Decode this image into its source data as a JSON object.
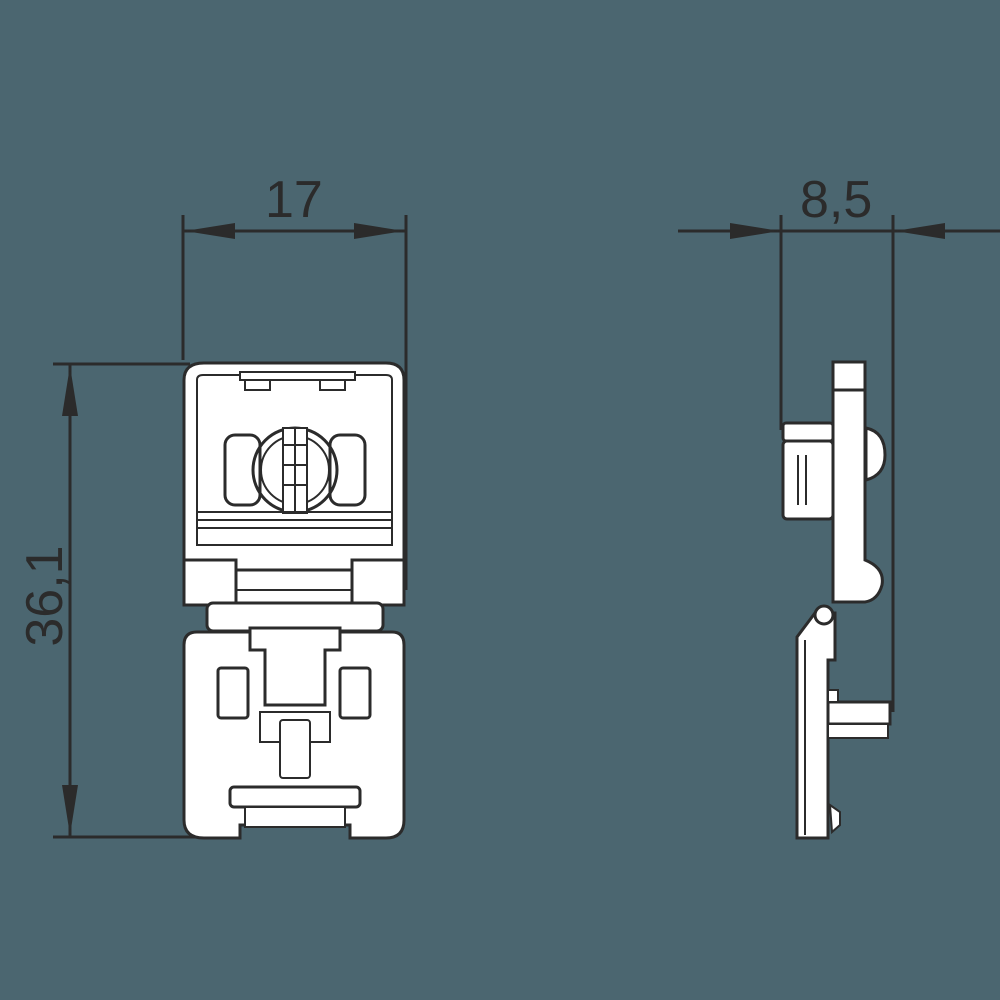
{
  "drawing": {
    "background_color": "#4b6670",
    "line_color": "#2b2b2b",
    "fill_color": "#ffffff",
    "views": [
      {
        "name": "front-view",
        "description": "Connector front view with top latch and bottom body"
      },
      {
        "name": "side-view",
        "description": "Connector side profile view"
      }
    ]
  },
  "dimensions": {
    "width": {
      "label": "17",
      "orientation": "horizontal"
    },
    "depth": {
      "label": "8,5",
      "orientation": "horizontal"
    },
    "height": {
      "label": "36,1",
      "orientation": "vertical"
    }
  }
}
